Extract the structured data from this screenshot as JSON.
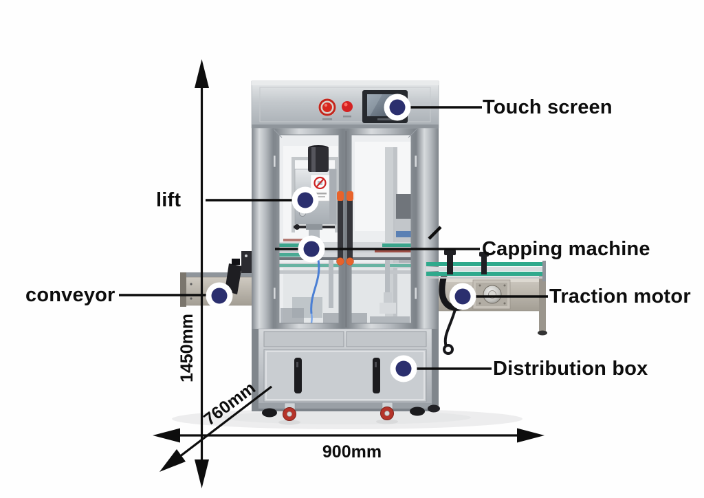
{
  "figure": {
    "type": "annotated-machine-diagram"
  },
  "part_labels": {
    "touch_screen": "Touch screen",
    "lift": "lift",
    "capping_machine": "Capping machine",
    "conveyor": "conveyor",
    "traction_motor": "Traction motor",
    "distribution_box": "Distribution box"
  },
  "dimension_labels": {
    "height": "1450mm",
    "depth": "760mm",
    "width": "900mm"
  },
  "colors": {
    "label_text": "#0d0d0d",
    "leader_line": "#0d0d0d",
    "marker_dot_navy": "#2b2f6e",
    "marker_ring_white": "#ffffff",
    "conveyor_rail_green": "#2fa98c",
    "handle_grip_orange": "#e8632b",
    "emergency_stop_red": "#d42a1e",
    "machine_steel_gray": "#c3c8cc"
  },
  "machine": {
    "warning_sticker_icon": "no-touch-prohibition-icon",
    "marker_icon": "navy-dot-marker"
  }
}
